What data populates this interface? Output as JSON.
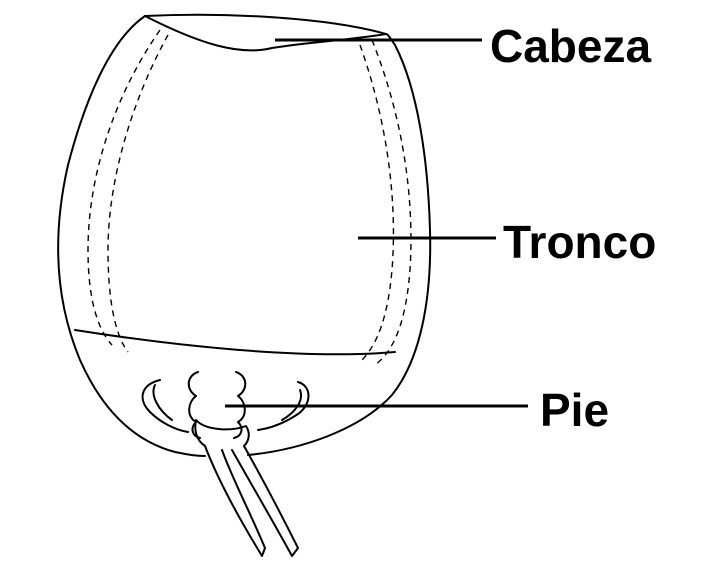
{
  "diagram": {
    "labels": {
      "head": "Cabeza",
      "trunk": "Tronco",
      "foot": "Pie"
    },
    "colors": {
      "ink": "#000000",
      "background": "#ffffff"
    }
  }
}
